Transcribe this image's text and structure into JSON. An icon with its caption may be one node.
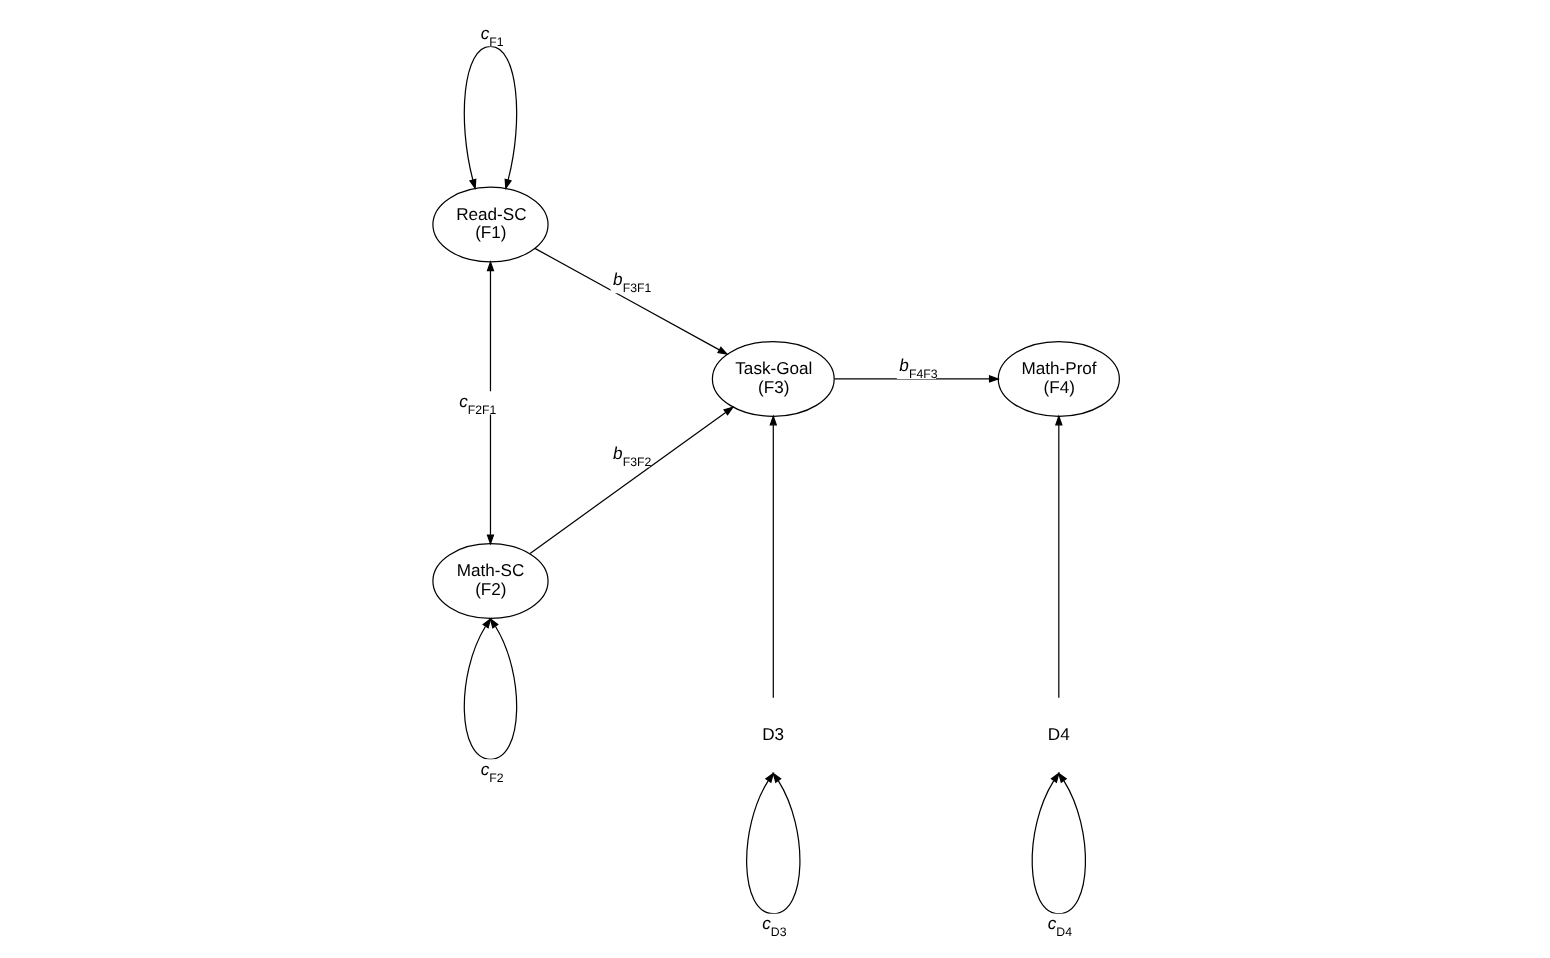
{
  "diagram": {
    "nodes": [
      {
        "text": [
          "Read-SC",
          "(F1)"
        ]
      },
      {
        "text": [
          "Math-SC",
          "(F2)"
        ]
      },
      {
        "text": [
          "Task-Goal",
          "(F3)"
        ]
      },
      {
        "text": [
          "Math-Prof",
          "(F4)"
        ]
      },
      {
        "text": [
          "D3"
        ]
      },
      {
        "text": [
          "D4"
        ]
      }
    ],
    "edges": [
      {
        "from": 0,
        "to": 1,
        "arrow": "both",
        "label": "*c*$_{F2F1}$"
      },
      {
        "from": 0,
        "to": 0,
        "arrow": "both",
        "label": "*c*$_{F1}$"
      },
      {
        "from": 1,
        "to": 1,
        "arrow": "both",
        "label": "*c*$_{F2}$"
      },
      {
        "from": 0,
        "to": 2,
        "arrow": "to",
        "label": "*b*$_{F3F1}$"
      },
      {
        "from": 1,
        "to": 2,
        "arrow": "to",
        "label": "*b*$_{F3F2}$"
      },
      {
        "from": 2,
        "to": 3,
        "arrow": "to",
        "label": "*b*$_{F4F3}$"
      },
      {
        "from": 4,
        "to": 2,
        "arrow": "to"
      },
      {
        "from": 4,
        "to": 4,
        "arrow": "both",
        "label": "*c*$_{D3}$"
      },
      {
        "from": 5,
        "to": 3,
        "arrow": "to"
      },
      {
        "from": 5,
        "to": 5,
        "arrow": "both",
        "label": "*c*$_{D4}$"
      }
    ]
  }
}
